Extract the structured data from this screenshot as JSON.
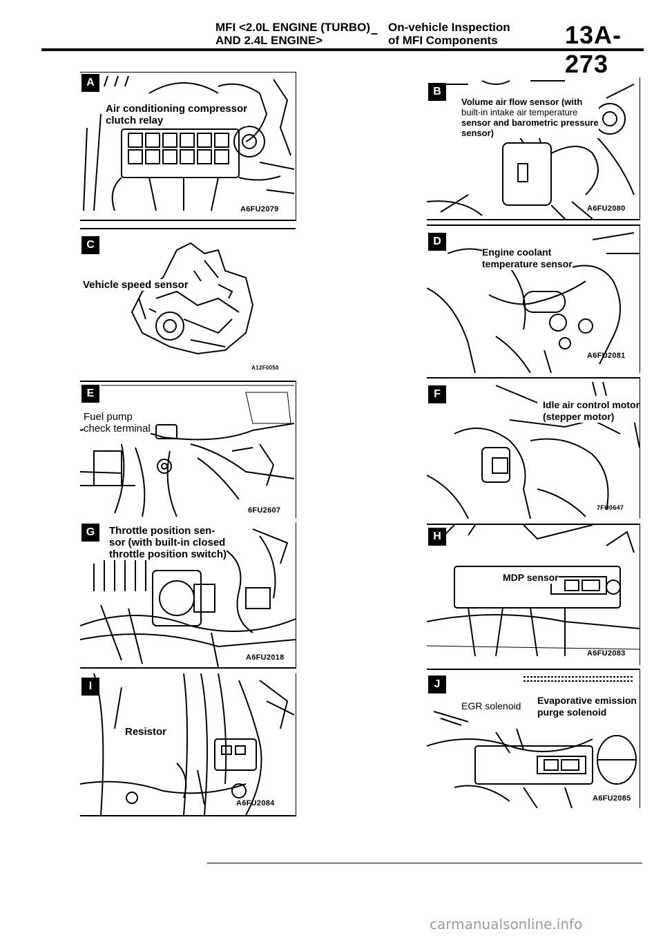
{
  "header": {
    "section_line1": "MFI <2.0L ENGINE (TURBO)",
    "section_line2": "AND 2.4L ENGINE>",
    "dash": "–",
    "topic_line1": "On-vehicle Inspection",
    "topic_line2": "of MFI Components",
    "page_number": "13A-273"
  },
  "panels": {
    "A": {
      "letter": "A",
      "label_lines": [
        "Air conditioning compressor",
        "clutch relay"
      ],
      "code": "A6FU2079"
    },
    "B": {
      "letter": "B",
      "label_lines": [
        "Volume air flow sensor (with",
        "built-in intake air temperature",
        "sensor and barometric pressure",
        "sensor)"
      ],
      "code": "A6FU2080"
    },
    "C": {
      "letter": "C",
      "label_lines": [
        "Vehicle speed sensor"
      ],
      "code": "A12F0050"
    },
    "D": {
      "letter": "D",
      "label_lines": [
        "Engine coolant",
        "temperature sensor"
      ],
      "code": "A6FU2081"
    },
    "E": {
      "letter": "E",
      "label_lines": [
        "Fuel pump",
        "check terminal"
      ],
      "code": "6FU2607"
    },
    "F": {
      "letter": "F",
      "label_lines": [
        "Idle air control motor",
        "(stepper motor)"
      ],
      "code": "7FU0647"
    },
    "G": {
      "letter": "G",
      "label_lines": [
        "Throttle position sen-",
        "sor (with built-in closed",
        "throttle position switch)"
      ],
      "code": "A6FU2018"
    },
    "H": {
      "letter": "H",
      "label_lines": [
        "MDP sensor"
      ],
      "code": "A6FU2083"
    },
    "I": {
      "letter": "I",
      "label_lines": [
        "Resistor"
      ],
      "code": "A6FU2084"
    },
    "J": {
      "letter": "J",
      "label_lines": [
        "EGR solenoid",
        "Evaporative emission",
        "purge solenoid"
      ],
      "code": "A6FU2085"
    }
  },
  "footer": {
    "watermark": "carmanualsonline.info"
  }
}
